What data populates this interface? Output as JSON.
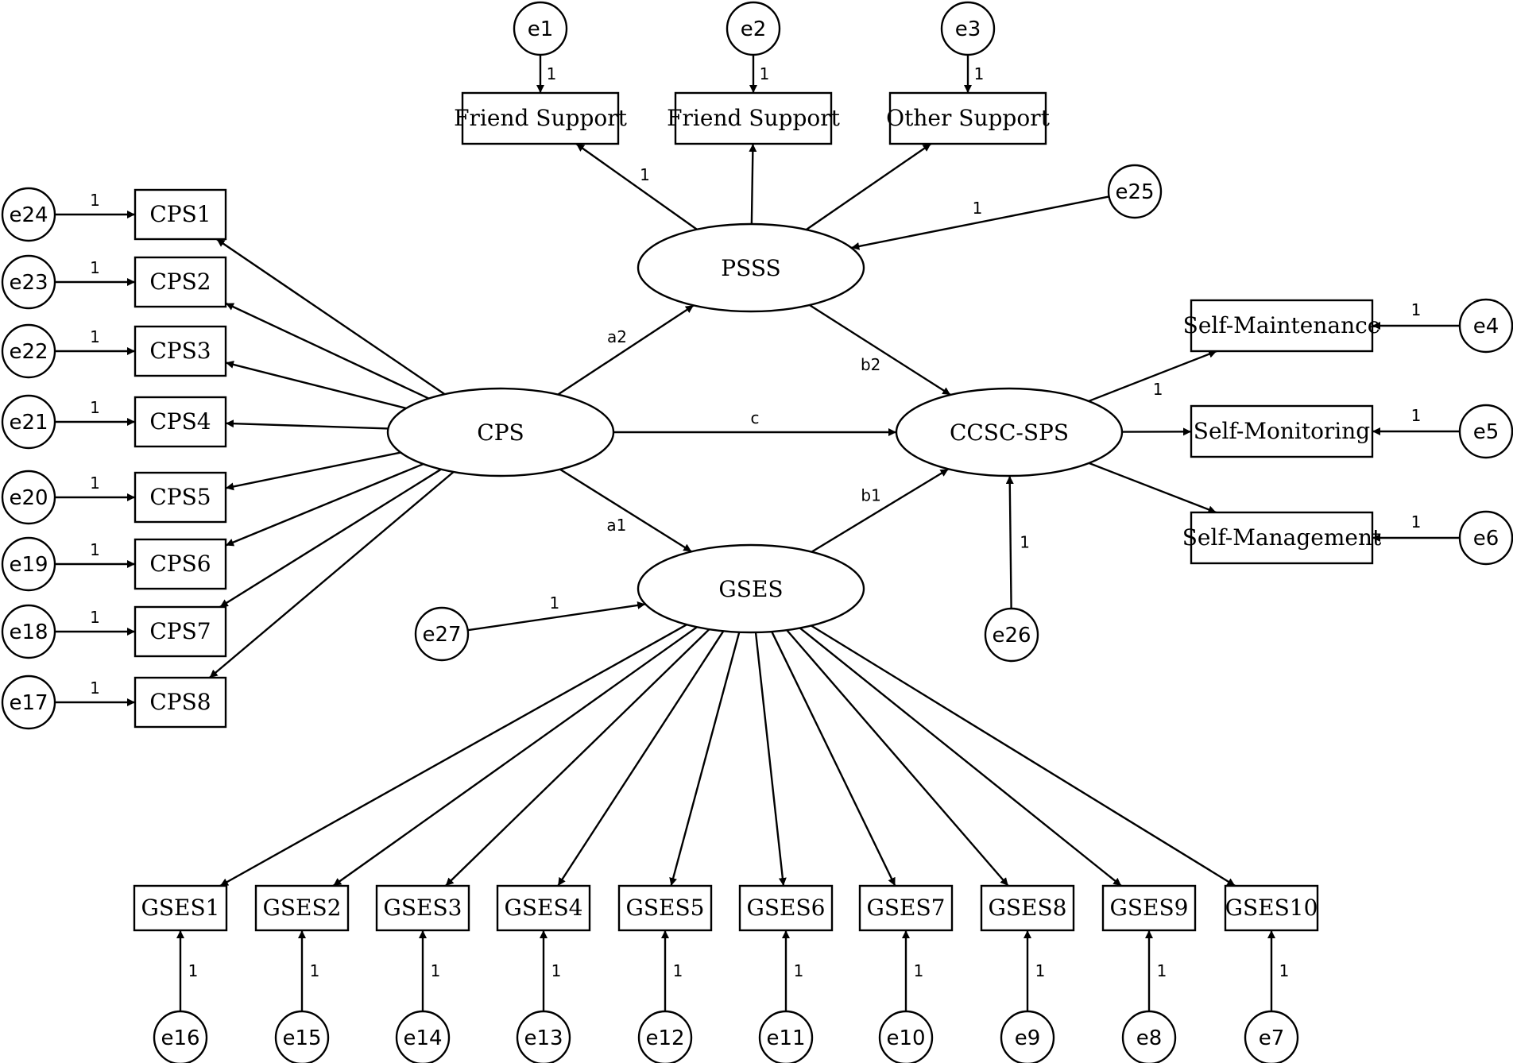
{
  "latents": {
    "cps": "CPS",
    "psss": "PSSS",
    "gses": "GSES",
    "ccsc": "CCSC-SPS"
  },
  "psss_items": [
    "Friend Support",
    "Friend Support",
    "Other Support"
  ],
  "cps_items": [
    "CPS1",
    "CPS2",
    "CPS3",
    "CPS4",
    "CPS5",
    "CPS6",
    "CPS7",
    "CPS8"
  ],
  "ccsc_items": [
    "Self-Maintenance",
    "Self-Monitoring",
    "Self-Management"
  ],
  "gses_items": [
    "GSES1",
    "GSES2",
    "GSES3",
    "GSES4",
    "GSES5",
    "GSES6",
    "GSES7",
    "GSES8",
    "GSES9",
    "GSES10"
  ],
  "errors": {
    "psss": [
      "e1",
      "e2",
      "e3"
    ],
    "cps": [
      "e24",
      "e23",
      "e22",
      "e21",
      "e20",
      "e19",
      "e18",
      "e17"
    ],
    "ccsc": [
      "e4",
      "e5",
      "e6"
    ],
    "gses": [
      "e16",
      "e15",
      "e14",
      "e13",
      "e12",
      "e11",
      "e10",
      "e9",
      "e8",
      "e7"
    ],
    "psss_disturbance": "e25",
    "gses_disturbance": "e27",
    "ccsc_disturbance": "e26"
  },
  "paths": {
    "a1": "a1",
    "a2": "a2",
    "b1": "b1",
    "b2": "b2",
    "c": "c",
    "fixed": "1"
  }
}
